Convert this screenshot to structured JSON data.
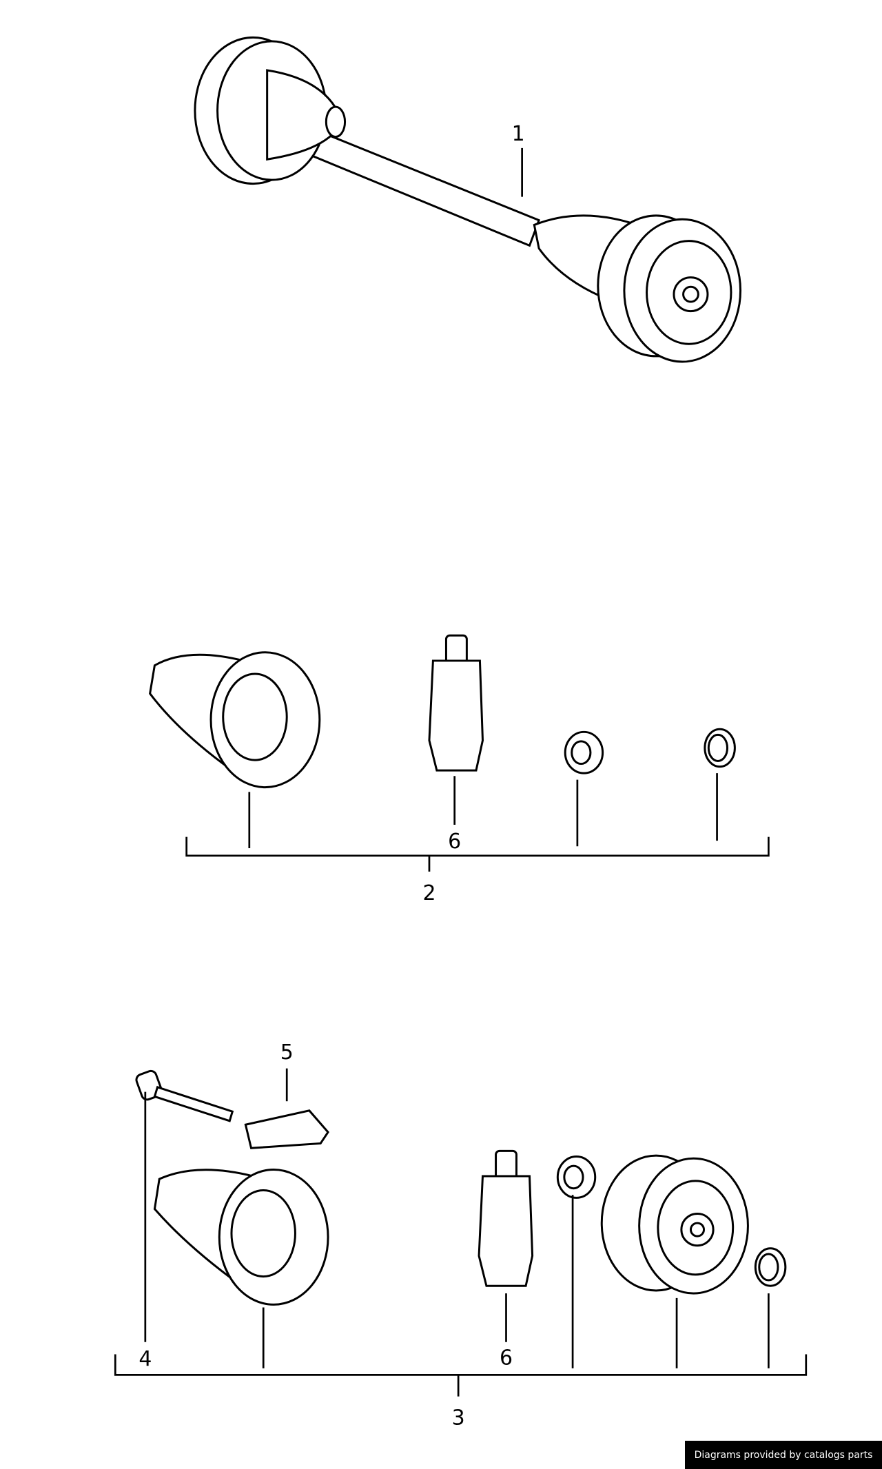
{
  "diagram": {
    "callouts": {
      "item1": "1",
      "item2": "2",
      "item3": "3",
      "item4": "4",
      "item5": "5",
      "item6_upper": "6",
      "item6_lower": "6"
    },
    "parts": [
      "drive-shaft",
      "boot-kit",
      "repair-kit",
      "bolt",
      "lock-plate",
      "grease-tube"
    ]
  },
  "footer": {
    "credit": "Diagrams provided by catalogs parts"
  }
}
